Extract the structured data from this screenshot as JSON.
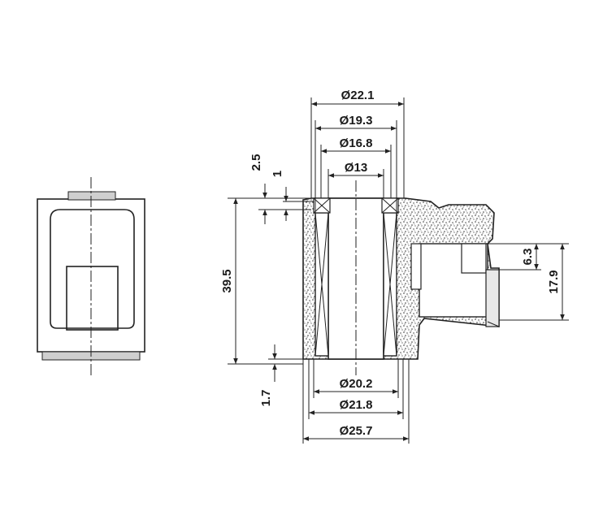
{
  "dimensions": {
    "d_outer_top": "Ø22.1",
    "d_mid_top": "Ø19.3",
    "d_inner_top": "Ø16.8",
    "d_bore": "Ø13",
    "h_25": "2.5",
    "h_1": "1",
    "h_395": "39.5",
    "h_17": "1.7",
    "d_202": "Ø20.2",
    "d_218": "Ø21.8",
    "d_257": "Ø25.7",
    "h_63": "6.3",
    "h_179": "17.9"
  },
  "colors": {
    "line": "#222222",
    "fill_gray": "#bfbfbf",
    "background": "#ffffff"
  }
}
